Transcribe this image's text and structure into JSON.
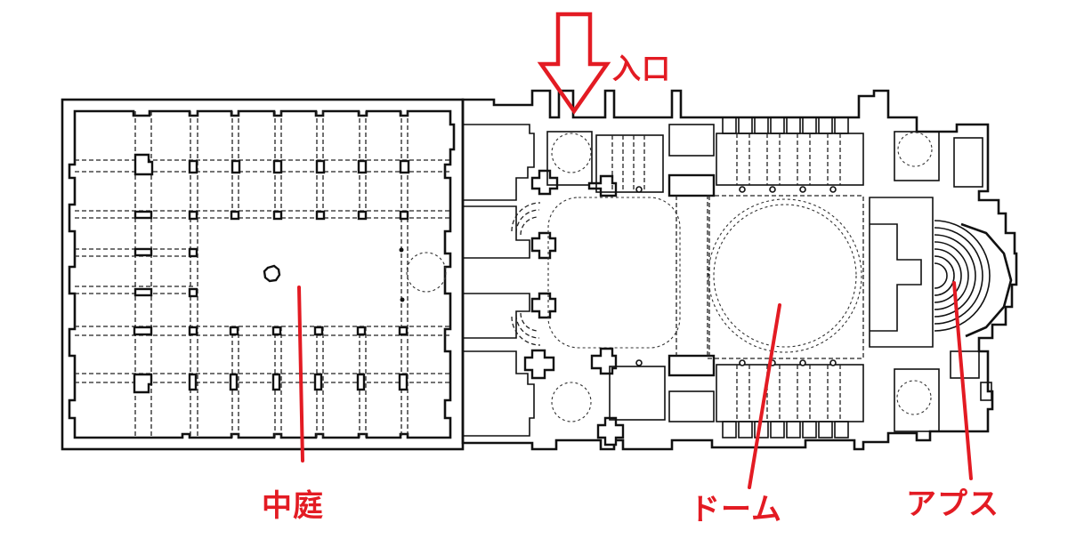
{
  "diagram": {
    "type": "architectural-floor-plan",
    "accent_color": "#e31b23",
    "line_color": "#111111",
    "labels": {
      "entrance": "入口",
      "courtyard": "中庭",
      "dome": "ドーム",
      "apse": "アプス"
    },
    "annotations": [
      {
        "id": "entrance",
        "kind": "arrow-down",
        "text": "入口"
      },
      {
        "id": "courtyard",
        "kind": "leader-line",
        "text": "中庭"
      },
      {
        "id": "dome",
        "kind": "leader-line",
        "text": "ドーム"
      },
      {
        "id": "apse",
        "kind": "leader-line",
        "text": "アプス"
      }
    ]
  }
}
